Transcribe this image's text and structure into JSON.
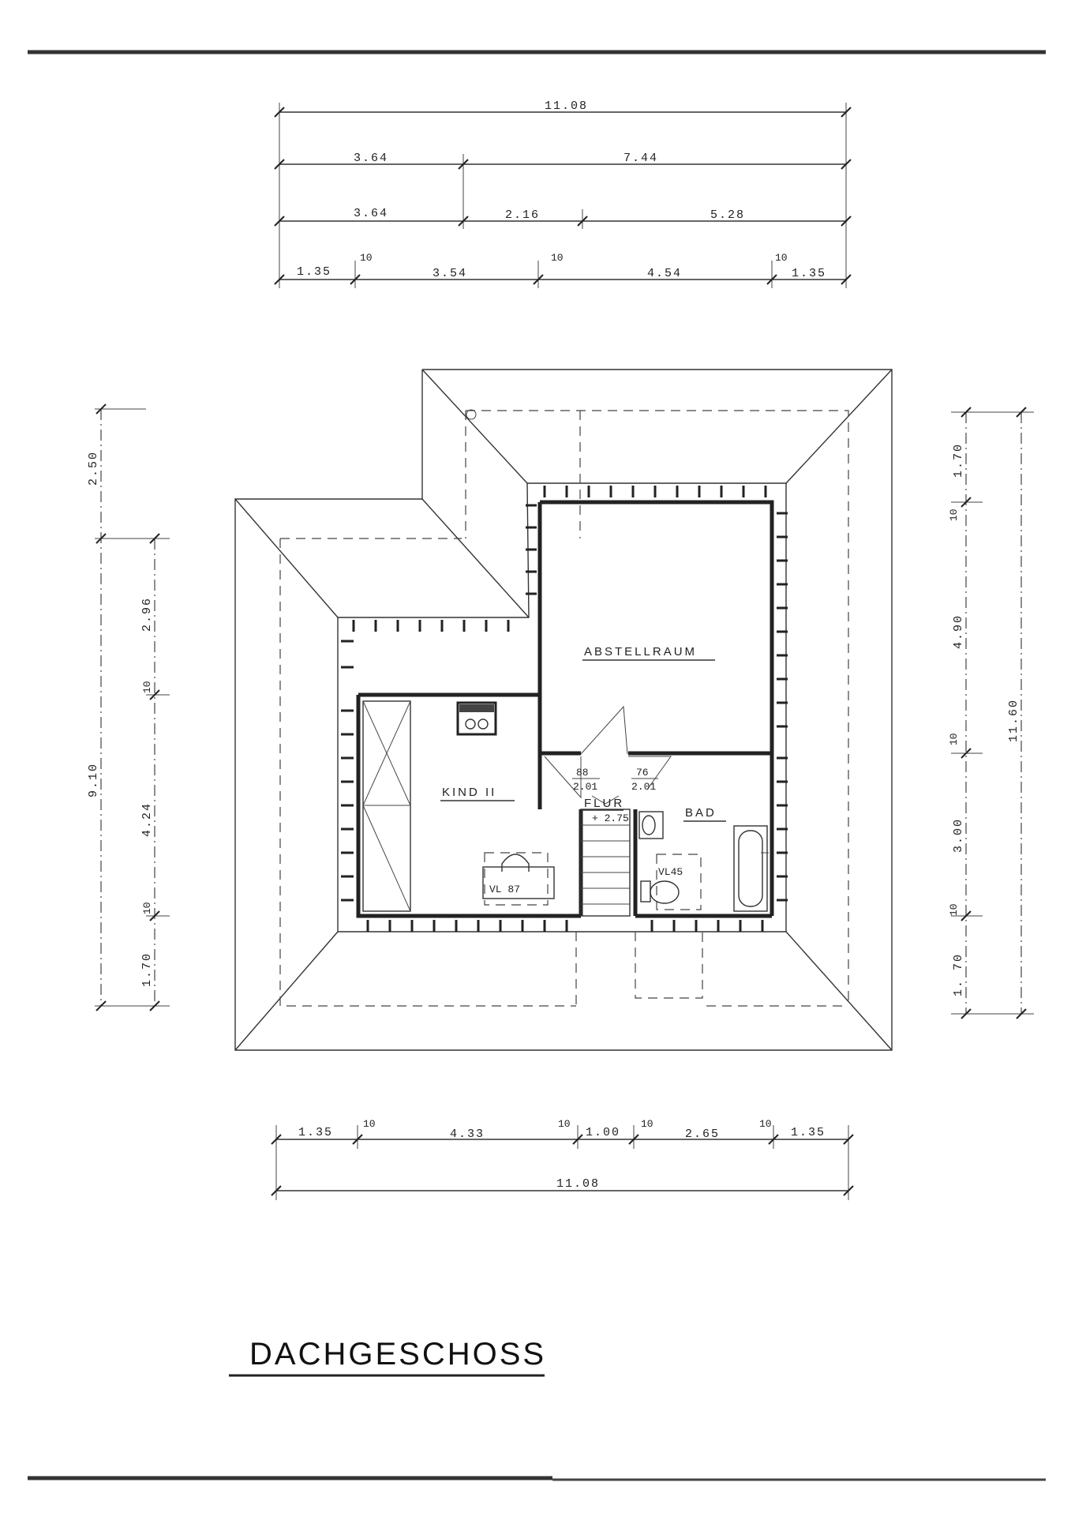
{
  "title": "DACHGESCHOSS",
  "rooms": {
    "abstellraum": "ABSTELLRAUM",
    "kind": "KIND II",
    "flur": "FLUR",
    "flur_level": "+ 2.75",
    "bad": "BAD",
    "vl87": "VL 87",
    "vl45": "VL45",
    "door1_w": "88",
    "door1_h": "2.01",
    "door2_w": "76",
    "door2_h": "2.01"
  },
  "dims_top": {
    "overall": "11.08",
    "row2": [
      "3.64",
      "7.44"
    ],
    "row3": [
      "3.64",
      "2.16",
      "5.28"
    ],
    "row4": [
      "1.35",
      "10",
      "3.54",
      "10",
      "4.54",
      "10",
      "1.35"
    ]
  },
  "dims_bottom": {
    "row1": [
      "1.35",
      "10",
      "4.33",
      "10",
      "1.00",
      "10",
      "2.65",
      "10",
      "1.35"
    ],
    "overall": "11.08"
  },
  "dims_left": {
    "outer": [
      "2.50",
      "9.10"
    ],
    "inner": [
      "2.96",
      "10",
      "4.24",
      "10",
      "1.70"
    ]
  },
  "dims_right": {
    "inner": [
      "1.70",
      "10",
      "4.90",
      "10",
      "3.00",
      "10",
      "1. 70"
    ],
    "overall": "11.60"
  },
  "colors": {
    "ink": "#222222",
    "paper": "#ffffff"
  }
}
